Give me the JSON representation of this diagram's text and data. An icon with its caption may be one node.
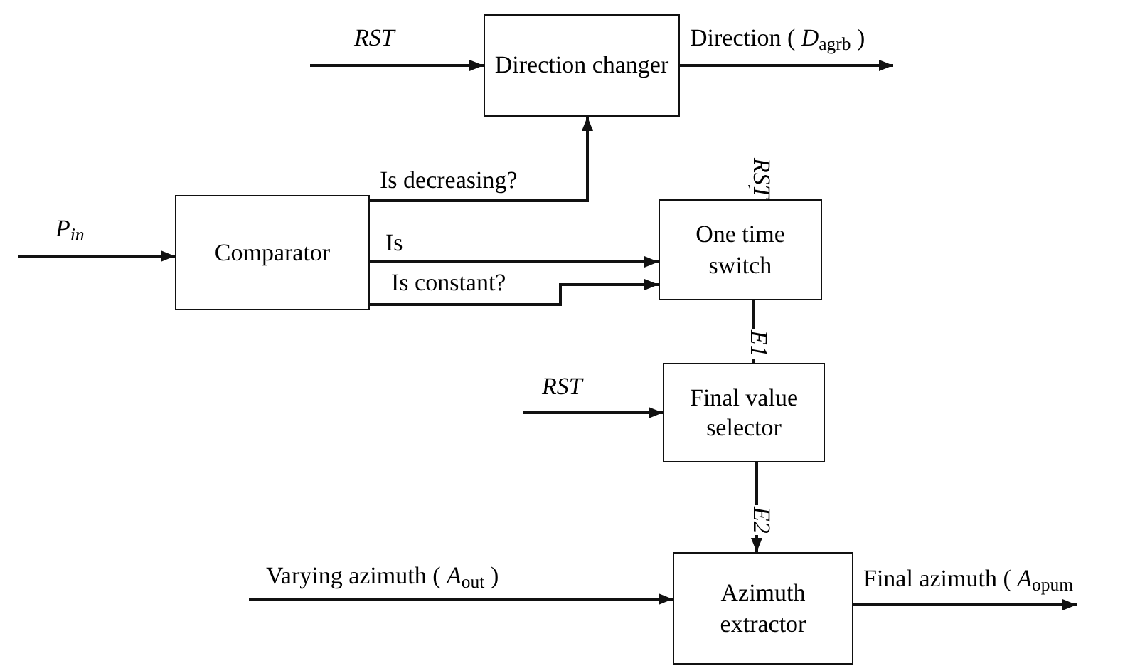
{
  "diagram": {
    "nodes": [
      {
        "text": [
          "Direction changer"
        ]
      },
      {
        "text": [
          "Comparator"
        ]
      },
      {
        "text": [
          "One time switch"
        ]
      },
      {
        "text": [
          "Final value selector"
        ]
      },
      {
        "text": [
          "Azimuth extractor"
        ]
      }
    ],
    "edges": [
      {
        "from": null,
        "to": 0,
        "arrow": "to",
        "label": "RST"
      },
      {
        "from": 0,
        "to": null,
        "arrow": "to",
        "label": "Direction ( *D*$_{agrb}$ )"
      },
      {
        "from": null,
        "to": 1,
        "arrow": "to",
        "label": "P$_{in}$"
      },
      {
        "from": 1,
        "to": 0,
        "arrow": "to",
        "label": "Is decreasing?"
      },
      {
        "from": 1,
        "to": 2,
        "arrow": "to",
        "label": "Is"
      },
      {
        "from": 1,
        "to": 2,
        "arrow": "to",
        "label": "Is constant?"
      },
      {
        "from": null,
        "to": 2,
        "arrow": "to",
        "label": "RST"
      },
      {
        "from": 2,
        "to": 3,
        "arrow": "to",
        "label": "E1"
      },
      {
        "from": null,
        "to": 3,
        "arrow": "to",
        "label": "RST"
      },
      {
        "from": 3,
        "to": 4,
        "arrow": "to",
        "label": "E2"
      },
      {
        "from": null,
        "to": 4,
        "arrow": "to",
        "label": "Varying azimuth ( *A*$_{out}$ )"
      },
      {
        "from": 4,
        "to": null,
        "arrow": "to",
        "label": "Final azimuth ( *A*$_{opum}$"
      }
    ]
  }
}
